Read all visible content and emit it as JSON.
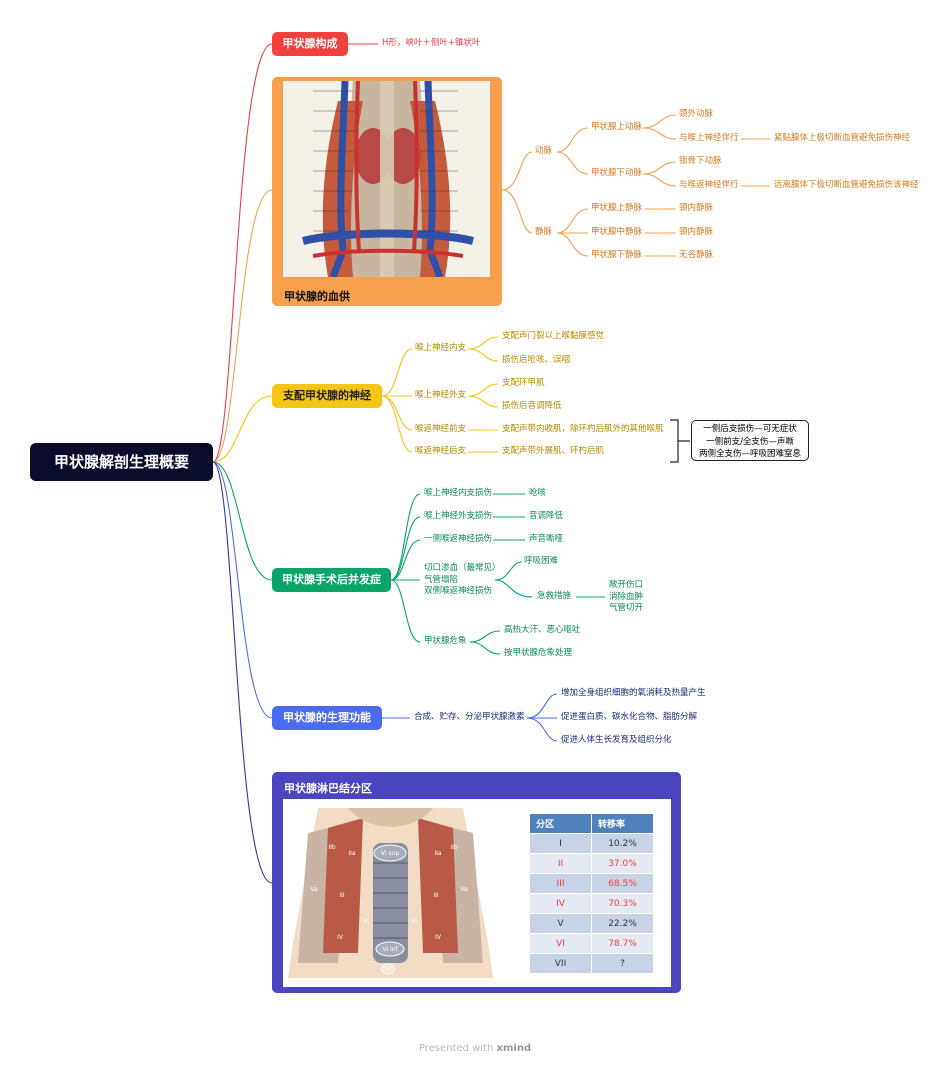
{
  "root": {
    "title": "甲状腺解剖生理概要"
  },
  "composition": {
    "title": "甲状腺构成",
    "desc": "H形，峡叶＋侧叶+锥状叶"
  },
  "blood": {
    "title": "甲状腺的血供",
    "artery": "动脉",
    "sup_artery": "甲状腺上动脉",
    "sup_a1": "颈外动脉",
    "sup_a2": "与喉上神经伴行",
    "sup_note": "紧贴腺体上极切断血管避免损伤神经",
    "inf_artery": "甲状腺下动脉",
    "inf_a1": "锁骨下动脉",
    "inf_a2": "与喉返神经伴行",
    "inf_note": "远离腺体下极切断血管避免损伤该神经",
    "vein": "静脉",
    "v1": "甲状腺上静脉",
    "v1t": "颈内静脉",
    "v2": "甲状腺中静脉",
    "v2t": "颈内静脉",
    "v3": "甲状腺下静脉",
    "v3t": "无名静脉"
  },
  "nerve": {
    "title": "支配甲状腺的神经",
    "n1": "喉上神经内支",
    "n1a": "支配声门裂以上喉黏膜感觉",
    "n1b": "损伤后呛咳、误咽",
    "n2": "喉上神经外支",
    "n2a": "支配环甲肌",
    "n2b": "损伤后音调降低",
    "n3": "喉返神经前支",
    "n3a": "支配声带内收肌，除环杓后肌外的其他喉肌",
    "n4": "喉返神经后支",
    "n4a": "支配声带外展肌、环杓后肌",
    "callout": [
      "一侧后支损伤—可无症状",
      "一侧前支/全支伤—声嘶",
      "两侧全支伤—呼吸困难窒息"
    ]
  },
  "complication": {
    "title": "甲状腺手术后并发症",
    "c1": "喉上神经内支损伤",
    "c1a": "呛咳",
    "c2": "喉上神经外支损伤",
    "c2a": "音调降低",
    "c3": "一侧喉返神经损伤",
    "c3a": "声音嘶哑",
    "c4": [
      "切口渗血（最常见）",
      "气管塌陷",
      "双侧喉返神经损伤"
    ],
    "c4a": "呼吸困难",
    "c4b": "急救措施",
    "c4b_items": [
      "敞开伤口",
      "消除血肿",
      "气管切开"
    ],
    "c5": "甲状腺危象",
    "c5a": "高热大汗、恶心呕吐",
    "c5b": "按甲状腺危象处理"
  },
  "physiology": {
    "title": "甲状腺的生理功能",
    "main": "合成、贮存、分泌甲状腺激素",
    "f1": "增加全身组织细胞的氧消耗及热量产生",
    "f2": "促进蛋白质、碳水化合物、脂肪分解",
    "f3": "促进人体生长发育及组织分化"
  },
  "lymph": {
    "title": "甲状腺淋巴结分区",
    "headers": [
      "分区",
      "转移率"
    ],
    "rows": [
      {
        "zone": "I",
        "rate": "10.2%",
        "color": "#333333"
      },
      {
        "zone": "II",
        "rate": "37.0%",
        "color": "#e8424a"
      },
      {
        "zone": "III",
        "rate": "68.5%",
        "color": "#e8424a"
      },
      {
        "zone": "IV",
        "rate": "70.3%",
        "color": "#e8424a"
      },
      {
        "zone": "V",
        "rate": "22.2%",
        "color": "#333333"
      },
      {
        "zone": "VI",
        "rate": "78.7%",
        "color": "#e8424a"
      },
      {
        "zone": "VII",
        "rate": "?",
        "color": "#333333"
      }
    ],
    "labels": [
      "VI sup",
      "VI inf",
      "VII",
      "IIb",
      "IIa",
      "III",
      "IV",
      "Va",
      "VI"
    ]
  },
  "footer": {
    "prefix": "Presented with",
    "brand": "xmind"
  },
  "colors": {
    "red": "#f0413c",
    "orange": "#f6a04d",
    "yellow": "#f5c518",
    "green": "#0ba56c",
    "blue": "#4b6cf0",
    "purple": "#4b45c0",
    "navy": "#0b0b2b"
  }
}
